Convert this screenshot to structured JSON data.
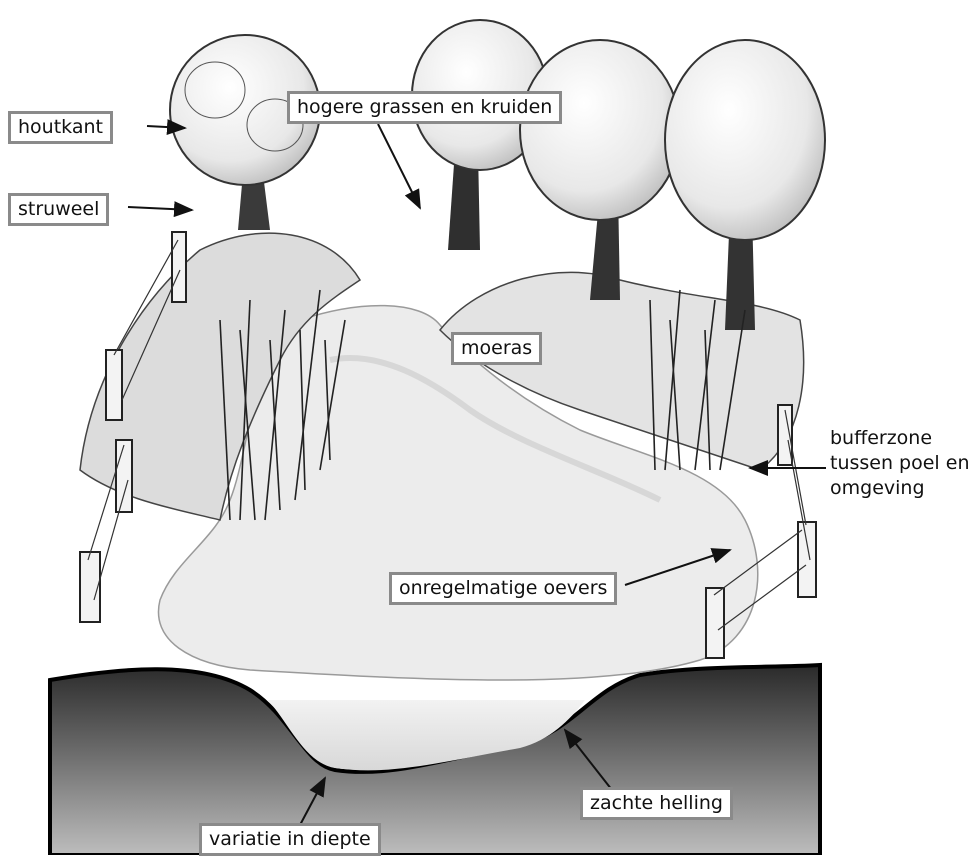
{
  "labels": {
    "houtkant": "houtkant",
    "struweel": "struweel",
    "hogere_grassen": "hogere grassen en kruiden",
    "moeras": "moeras",
    "bufferzone_line1": "bufferzone",
    "bufferzone_line2": "tussen poel en",
    "bufferzone_line3": "omgeving",
    "onregelmatige_oevers": "onregelmatige oevers",
    "zachte_helling": "zachte helling",
    "variatie_in_diepte": "variatie in diepte"
  }
}
